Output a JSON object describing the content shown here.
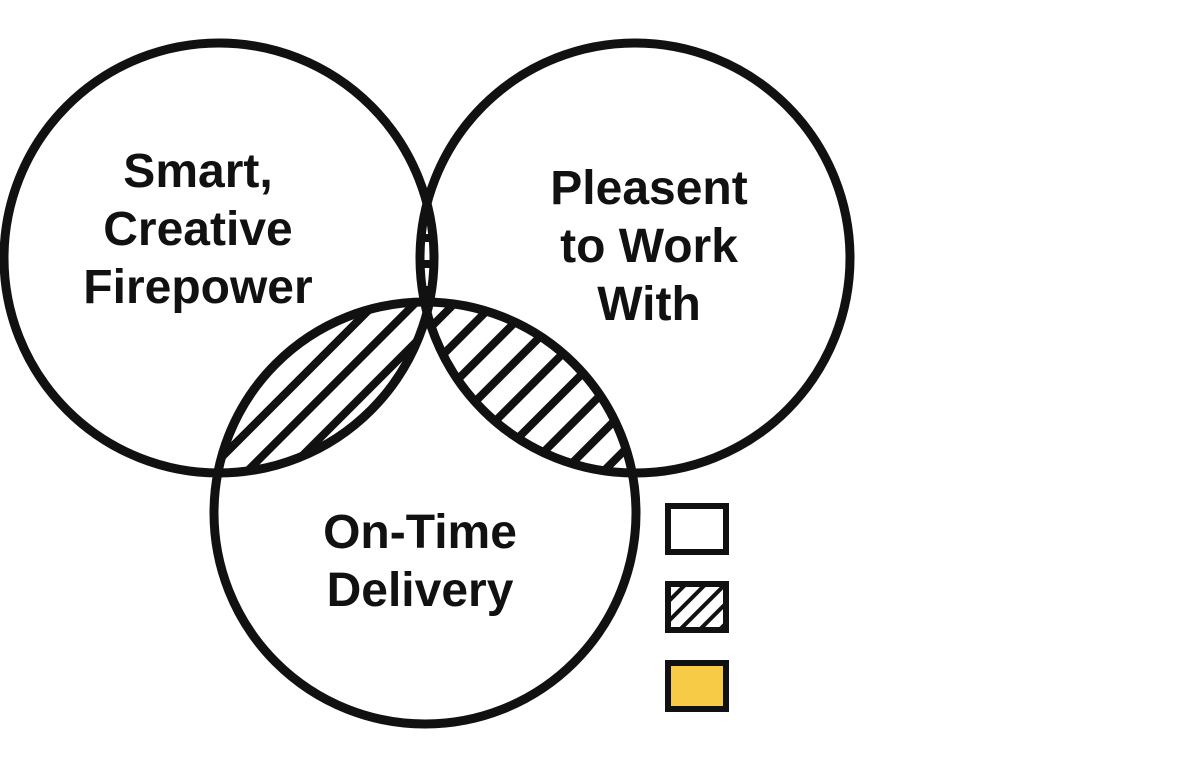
{
  "diagram": {
    "type": "venn-3",
    "sets": [
      {
        "id": "left",
        "label_lines": [
          "Smart,",
          "Creative",
          "Firepower"
        ]
      },
      {
        "id": "right",
        "label_lines": [
          "Pleasent",
          "to Work",
          "With"
        ]
      },
      {
        "id": "bottom",
        "label_lines": [
          "On-Time",
          "Delivery"
        ]
      }
    ],
    "regions": {
      "left_right_fill": "horizontal-stripes",
      "with_bottom_fill": "diagonal-stripes",
      "triple_fill": "solid"
    },
    "legend": [
      {
        "swatch": "empty"
      },
      {
        "swatch": "diagonal-stripes"
      },
      {
        "swatch": "solid"
      }
    ]
  },
  "colors": {
    "stroke": "#111111",
    "accent": "#f7cb45",
    "background": "#ffffff"
  }
}
